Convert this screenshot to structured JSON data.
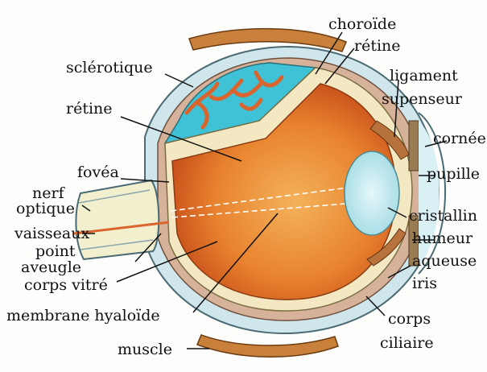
{
  "labels": {
    "choroide": "choroïde",
    "retine_top": "rétine",
    "sclerotique": "sclérotique",
    "ligament": "ligament",
    "supenseur": "supenseur",
    "retine_left": "rétine",
    "cornee": "cornée",
    "fovea": "fovéa",
    "pupille": "pupille",
    "nerf": "nerf",
    "optique": "optique",
    "cristallin": "cristallin",
    "vaisseaux": "vaisseaux",
    "humeur": "humeur",
    "point": "point",
    "aqueuse": "aqueuse",
    "aveugle": "aveugle",
    "corps_vitre": "corps vitré",
    "iris": "iris",
    "membrane": "membrane hyaloïde",
    "corps": "corps",
    "ciliaire": "ciliaire",
    "muscle": "muscle"
  },
  "colors": {
    "sclera": "#cfe6ec",
    "choroid": "#c9a08a",
    "vitreous": "#e88a3a",
    "vitreous_dark": "#c44a18",
    "retina_band": "#f3e8c2",
    "nerve": "#f2efcf",
    "lens": "#bfe8ee",
    "vessel": "#d9642e",
    "blue_zone": "#3fc1d6"
  }
}
